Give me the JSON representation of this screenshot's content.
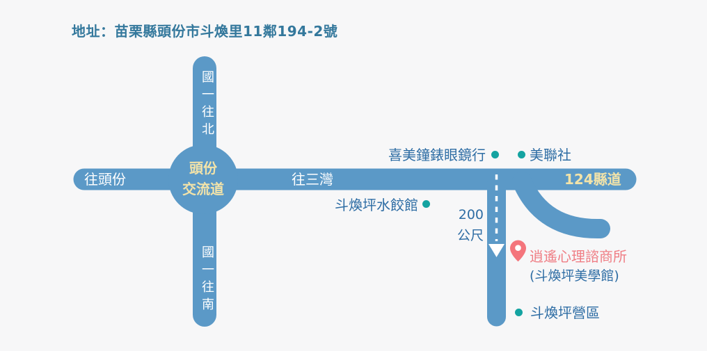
{
  "title": "地址：苗栗縣頭份市斗煥里11鄰194-2號",
  "interchange": {
    "line1": "頭份",
    "line2": "交流道"
  },
  "roads": {
    "north": "國一往北",
    "south": "國一往南",
    "west": "往頭份",
    "east_mid": "往三灣",
    "county": "124縣道"
  },
  "landmarks": {
    "watch_shop": "喜美鐘錶眼鏡行",
    "ap_store": "美聯社",
    "dumpling_shop": "斗煥坪水餃館",
    "camp": "斗煥坪營區"
  },
  "distance": {
    "value": "200",
    "unit": "公尺"
  },
  "destination": {
    "name": "逍遙心理諮商所",
    "subtitle": "(斗煥坪美學館)"
  },
  "colors": {
    "background": "#f7f7f8",
    "road_blue": "#5b99c7",
    "cream": "#f2e3a9",
    "label_blue": "#2e6da4",
    "title_blue": "#34789c",
    "dot_teal": "#14a3a1",
    "pin_pink": "#f4757c",
    "dest_pink": "#ef7d84"
  }
}
